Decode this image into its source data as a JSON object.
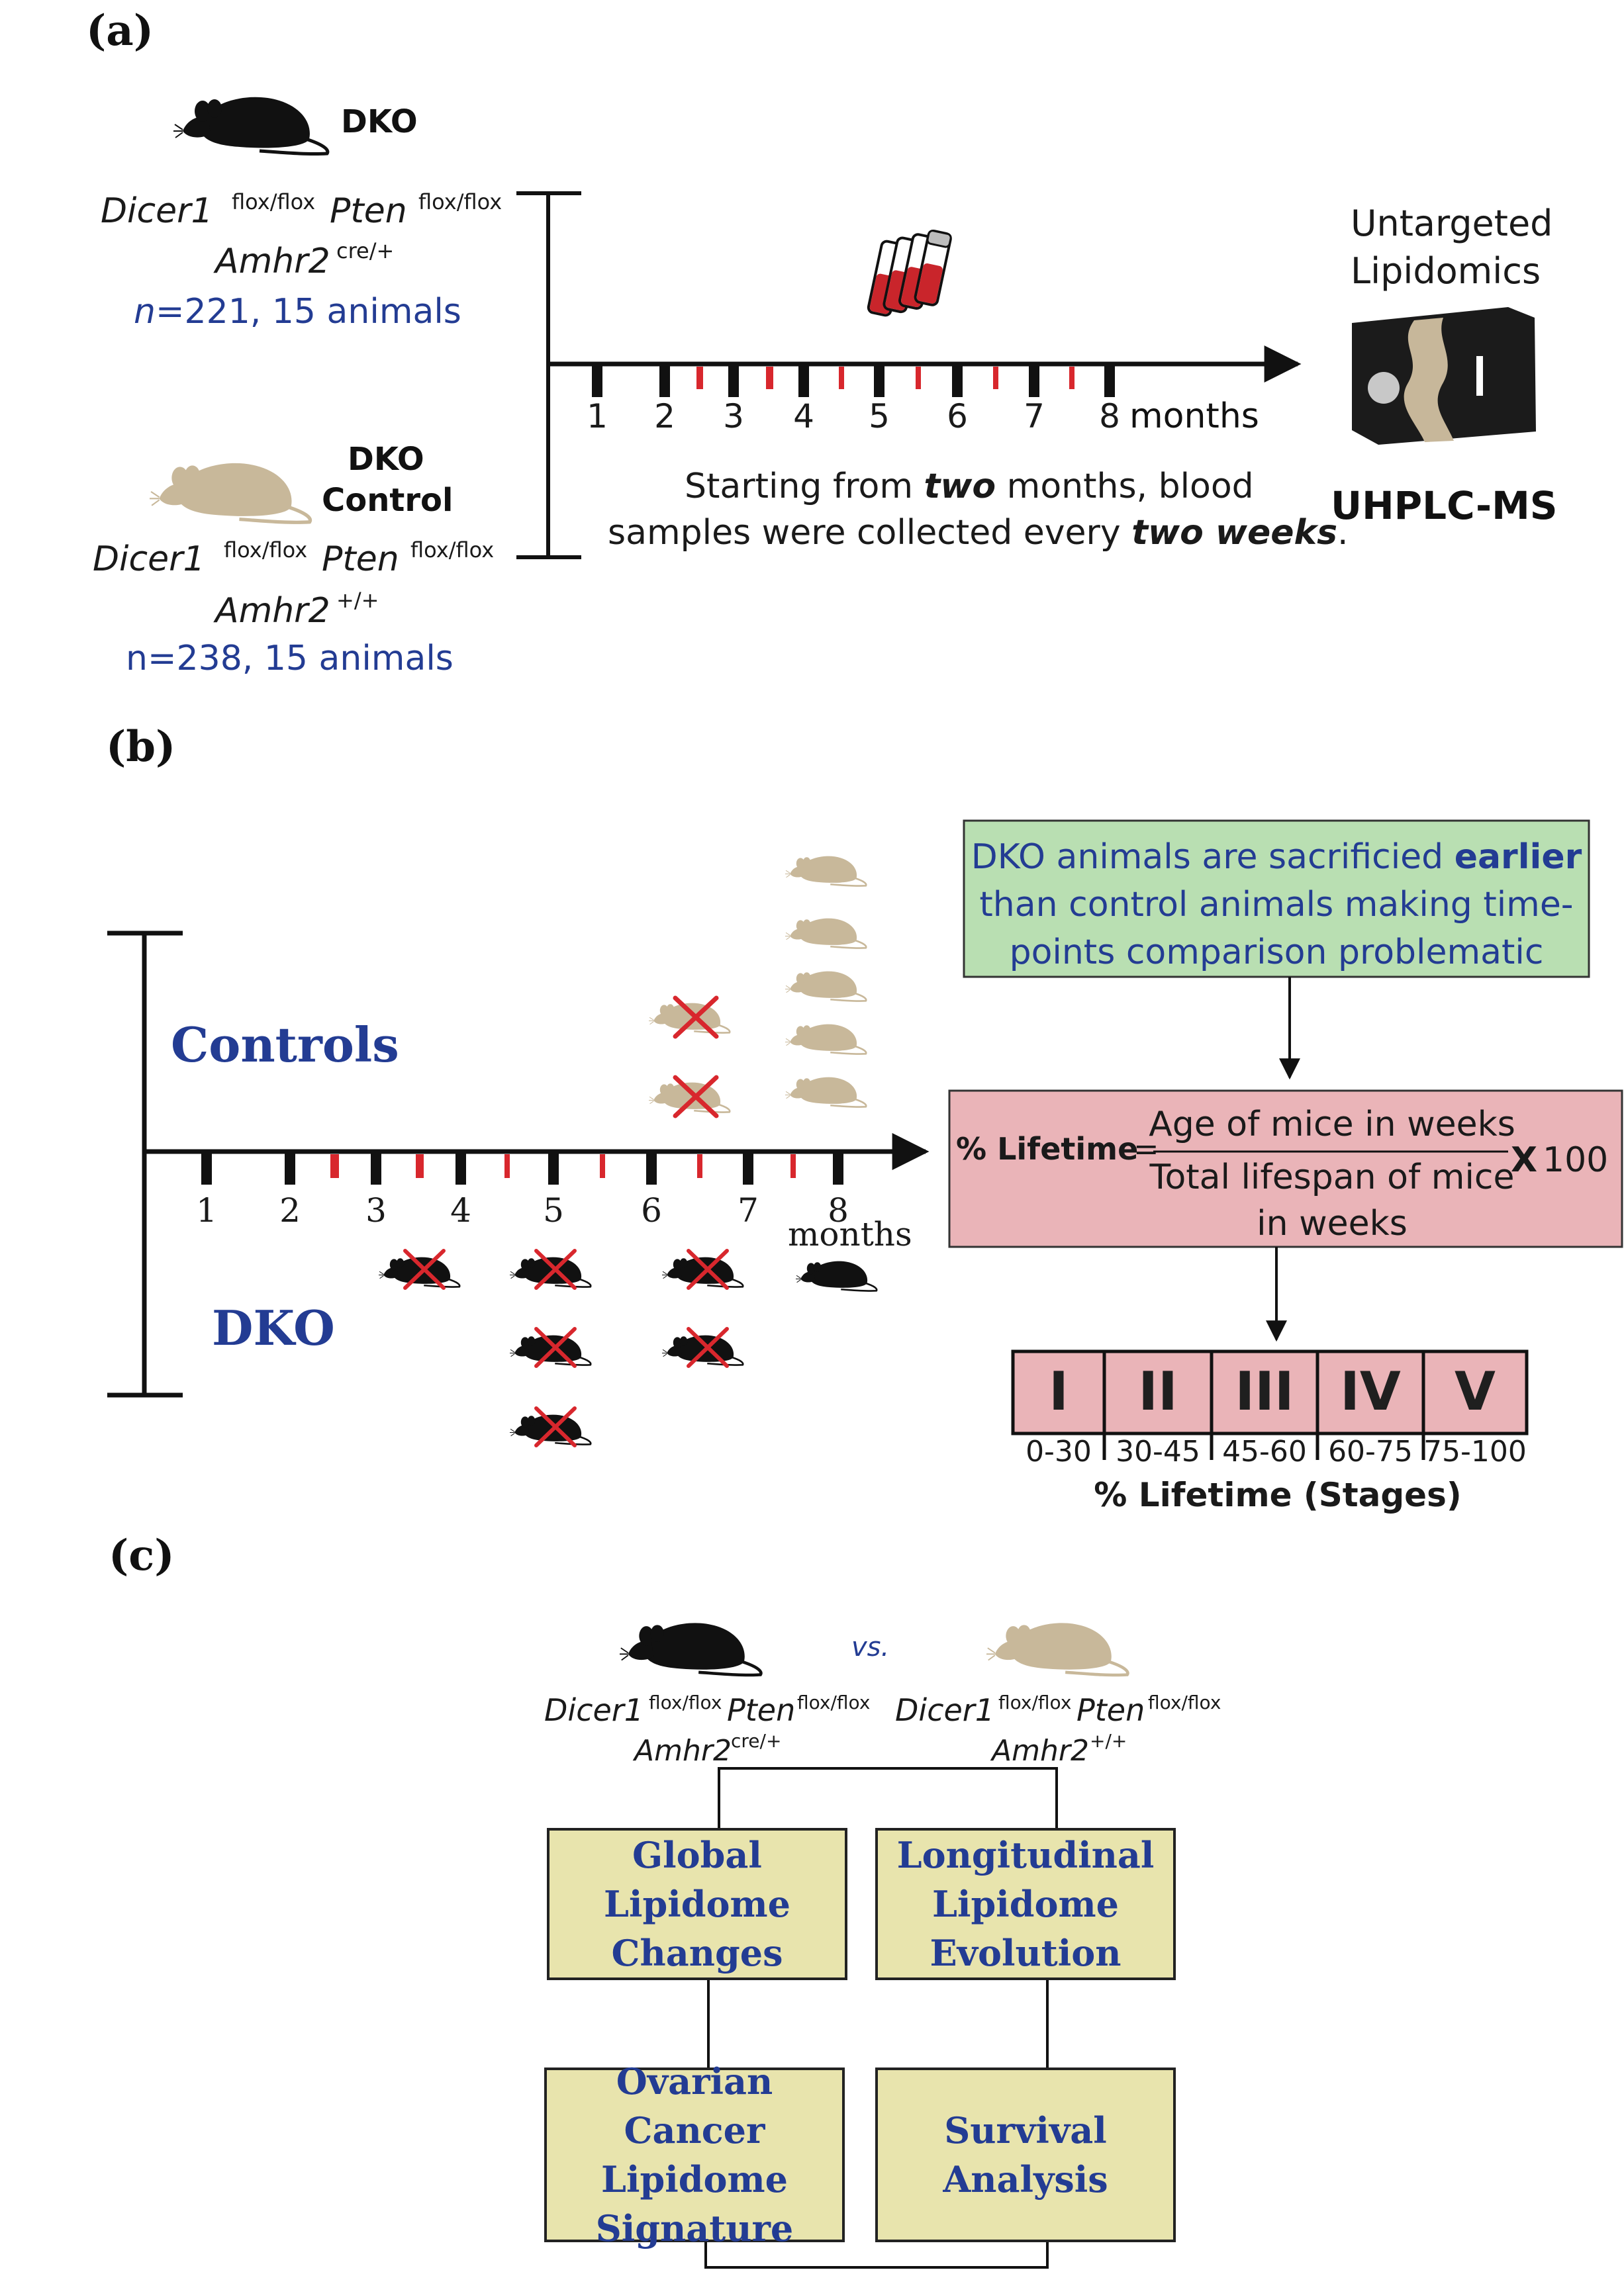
{
  "colors": {
    "dko_mouse": "#111111",
    "control_mouse": "#c8b89a",
    "blue_text": "#233c93",
    "red": "#d8272d",
    "green_box": "#b9dfb2",
    "pink_box": "#eab4b8",
    "yellow_box": "#e8e4ad"
  },
  "panel_a": {
    "label": "(a)",
    "dko": {
      "name": "DKO",
      "genotype_line1_a": "Dicer1",
      "genotype_line1_a_sup": "flox/flox",
      "genotype_line1_b": "Pten",
      "genotype_line1_b_sup": "flox/flox",
      "genotype_line2": "Amhr2",
      "genotype_line2_sup": "cre/+",
      "n_prefix": "n",
      "n_text": "=221, 15 animals"
    },
    "control": {
      "name_line1": "DKO",
      "name_line2": "Control",
      "genotype_line1_a": "Dicer1",
      "genotype_line1_a_sup": "flox/flox",
      "genotype_line1_b": "Pten",
      "genotype_line1_b_sup": "flox/flox",
      "genotype_line2": "Amhr2",
      "genotype_line2_sup": "+/+",
      "n_text": "n=238, 15 animals"
    },
    "timeline": {
      "months": [
        "1",
        "2",
        "3",
        "4",
        "5",
        "6",
        "7",
        "8"
      ],
      "unit": "months"
    },
    "note_line1_pre": "Starting from ",
    "note_line1_em": "two",
    "note_line1_post": " months, blood",
    "note_line2_pre": "samples were collected every ",
    "note_line2_em": "two weeks",
    "note_line2_post": ".",
    "instrument_title_line1": "Untargeted",
    "instrument_title_line2": "Lipidomics",
    "instrument_name": "UHPLC-MS"
  },
  "panel_b": {
    "label": "(b)",
    "controls_label": "Controls",
    "dko_label": "DKO",
    "months": [
      "1",
      "2",
      "3",
      "4",
      "5",
      "6",
      "7",
      "8"
    ],
    "unit": "months",
    "green_box": {
      "line1_pre": "DKO animals are sacrificied ",
      "line1_bold": "earlier",
      "line2": "than control animals making time-",
      "line3": "points comparison problematic"
    },
    "formula": {
      "lhs": "% Lifetime",
      "equals": "=",
      "numerator": "Age of mice in weeks",
      "denominator_line1": "Total lifespan of mice",
      "denominator_line2": "in weeks",
      "multiplier": "X",
      "factor": "100"
    },
    "stages": [
      {
        "numeral": "I",
        "range": "0-30"
      },
      {
        "numeral": "II",
        "range": "30-45"
      },
      {
        "numeral": "III",
        "range": "45-60"
      },
      {
        "numeral": "IV",
        "range": "60-75"
      },
      {
        "numeral": "V",
        "range": "75-100"
      }
    ],
    "stages_caption": "% Lifetime (Stages)"
  },
  "panel_c": {
    "label": "(c)",
    "vs": "vs.",
    "left_genotype": {
      "a": "Dicer1",
      "a_sup": "flox/flox",
      "b": "Pten",
      "b_sup": "flox/flox",
      "c": "Amhr2",
      "c_sup": "cre/+"
    },
    "right_genotype": {
      "a": "Dicer1",
      "a_sup": "flox/flox",
      "b": "Pten",
      "b_sup": "flox/flox",
      "c": "Amhr2",
      "c_sup": "+/+"
    },
    "boxes": {
      "global": [
        "Global",
        "Lipidome",
        "Changes"
      ],
      "longitudinal": [
        "Longitudinal",
        "Lipidome",
        "Evolution"
      ],
      "signature": [
        "Ovarian Cancer",
        "Lipidome",
        "Signature"
      ],
      "survival": [
        "Survival",
        "Analysis"
      ]
    }
  }
}
